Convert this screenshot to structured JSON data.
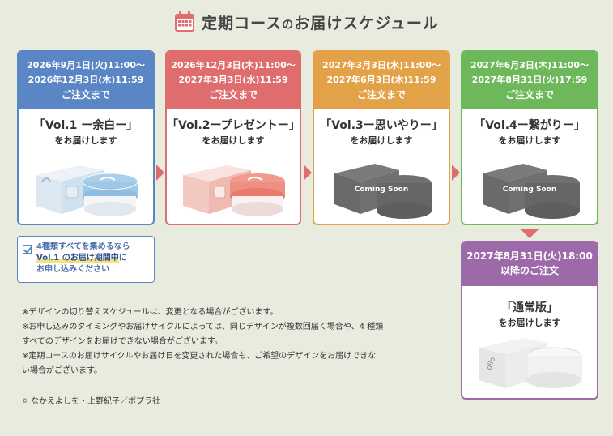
{
  "header": {
    "title_main_1": "定期コース",
    "title_small": "の",
    "title_main_2": "お届けスケジュール"
  },
  "cards": [
    {
      "period_line1": "2026年9月1日(火)11:00～",
      "period_line2": "2026年12月3日(木)11:59",
      "order_label": "ご注文まで",
      "vol_title": "「Vol.1 ー余白ー」",
      "deliver_label": "をお届けします",
      "product": "elephant-balm-jar"
    },
    {
      "period_line1": "2026年12月3日(木)11:00～",
      "period_line2": "2027年3月3日(水)11:59",
      "order_label": "ご注文まで",
      "vol_title": "「Vol.2ープレゼントー」",
      "deliver_label": "をお届けします",
      "product": "present-balm-jar"
    },
    {
      "period_line1": "2027年3月3日(水)11:00～",
      "period_line2": "2027年6月3日(木)11:59",
      "order_label": "ご注文まで",
      "vol_title": "「Vol.3ー思いやりー」",
      "deliver_label": "をお届けします",
      "product_label": "Coming Soon"
    },
    {
      "period_line1": "2027年6月3日(木)11:00～",
      "period_line2": "2027年8月31日(火)17:59",
      "order_label": "ご注文まで",
      "vol_title": "「Vol.4ー繋がりー」",
      "deliver_label": "をお届けします",
      "product_label": "Coming Soon"
    }
  ],
  "regular_card": {
    "period_line1": "2027年8月31日(火)18:00",
    "order_label": "以降のご注文",
    "vol_title": "「通常版」",
    "deliver_label": "をお届けします",
    "product": "regular-balm-jar"
  },
  "note": {
    "line1": "4種類すべてを集めるなら",
    "line2_highlight": "Vol.1 のお届け期間中",
    "line2_rest": "に",
    "line3": "お申し込みください"
  },
  "disclaimers": [
    "※デザインの切り替えスケジュールは、変更となる場合がございます。",
    "※お申し込みのタイミングやお届けサイクルによっては、同じデザインが複数回届く場合や、4 種類",
    "すべてのデザインをお届けできない場合がございます。",
    "※定期コースのお届けサイクルやお届け日を変更された場合も、ご希望のデザインをお届けできな",
    "い場合がございます。"
  ],
  "copyright": {
    "mark": "©",
    "text": "なかえよしを・上野紀子／ポプラ社"
  },
  "colors": {
    "vol1": "#5b86c6",
    "vol2": "#df6d6d",
    "vol3": "#e3a248",
    "vol4": "#6cb85a",
    "regular": "#9c6aa9",
    "background": "#e7ecdf"
  }
}
